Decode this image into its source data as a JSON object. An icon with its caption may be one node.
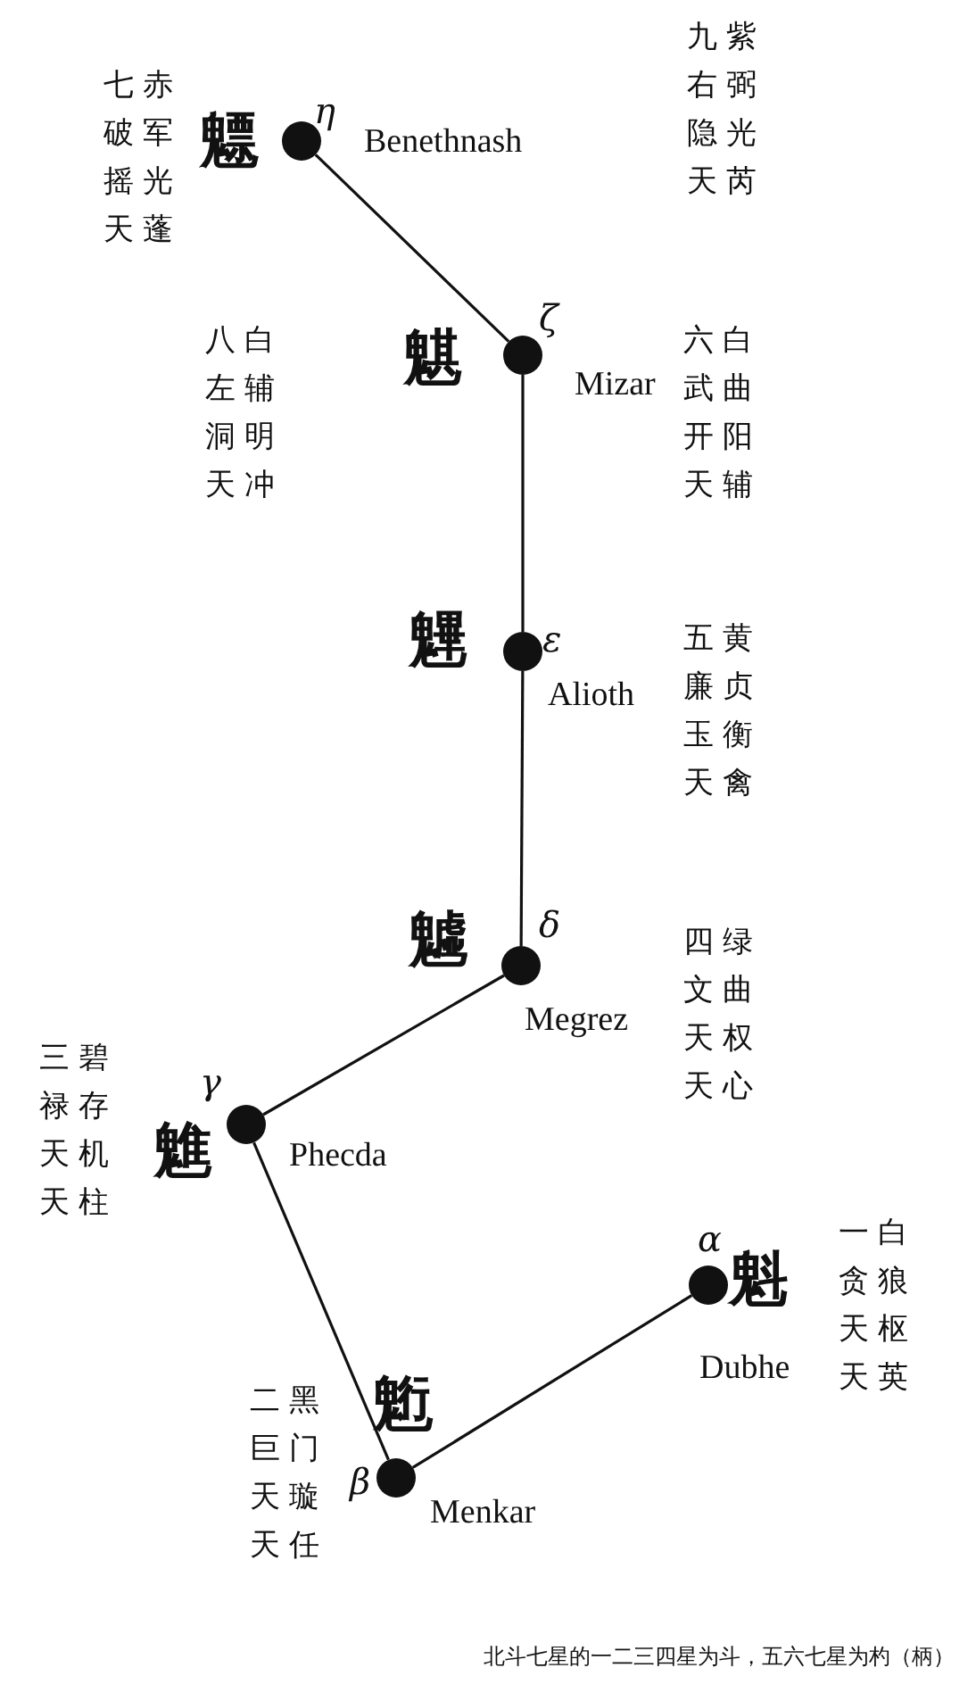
{
  "diagram": {
    "caption": "北斗七星的一二三四星为斗，五六七星为杓（柄）",
    "nodes": [
      {
        "text": [],
        "shape": "circle",
        "beside": [
          "η",
          "魒",
          "Benethnash",
          "七赤破军摇光天蓬"
        ]
      },
      {
        "text": [],
        "shape": "circle",
        "beside": [
          "ζ",
          "魌",
          "Mizar",
          "六白武曲开阳天辅"
        ]
      },
      {
        "text": [],
        "shape": "circle",
        "beside": [
          "ε",
          "魓",
          "Alioth",
          "五黄廉贞玉衡天禽"
        ]
      },
      {
        "text": [],
        "shape": "circle",
        "beside": [
          "δ",
          "魖",
          "Megrez",
          "四绿文曲天权天心"
        ]
      },
      {
        "text": [],
        "shape": "circle",
        "beside": [
          "γ",
          "魋",
          "Phecda",
          "三碧禄存天机天柱"
        ]
      },
      {
        "text": [],
        "shape": "circle",
        "beside": [
          "α",
          "魁",
          "Dubhe",
          "一白贪狼天枢天英"
        ]
      },
      {
        "text": [],
        "shape": "circle",
        "beside": [
          "β",
          "䰢",
          "Menkar",
          "二黑巨门天璇天任"
        ]
      }
    ],
    "edges": [
      {
        "from": 0,
        "to": 1,
        "arrow": "none"
      },
      {
        "from": 1,
        "to": 2,
        "arrow": "none"
      },
      {
        "from": 2,
        "to": 3,
        "arrow": "none"
      },
      {
        "from": 3,
        "to": 4,
        "arrow": "none"
      },
      {
        "from": 4,
        "to": 6,
        "arrow": "none"
      },
      {
        "from": 6,
        "to": 5,
        "arrow": "none"
      }
    ],
    "labels": [
      "九紫右弼隐光天芮",
      "八白左辅洞明天冲"
    ]
  }
}
